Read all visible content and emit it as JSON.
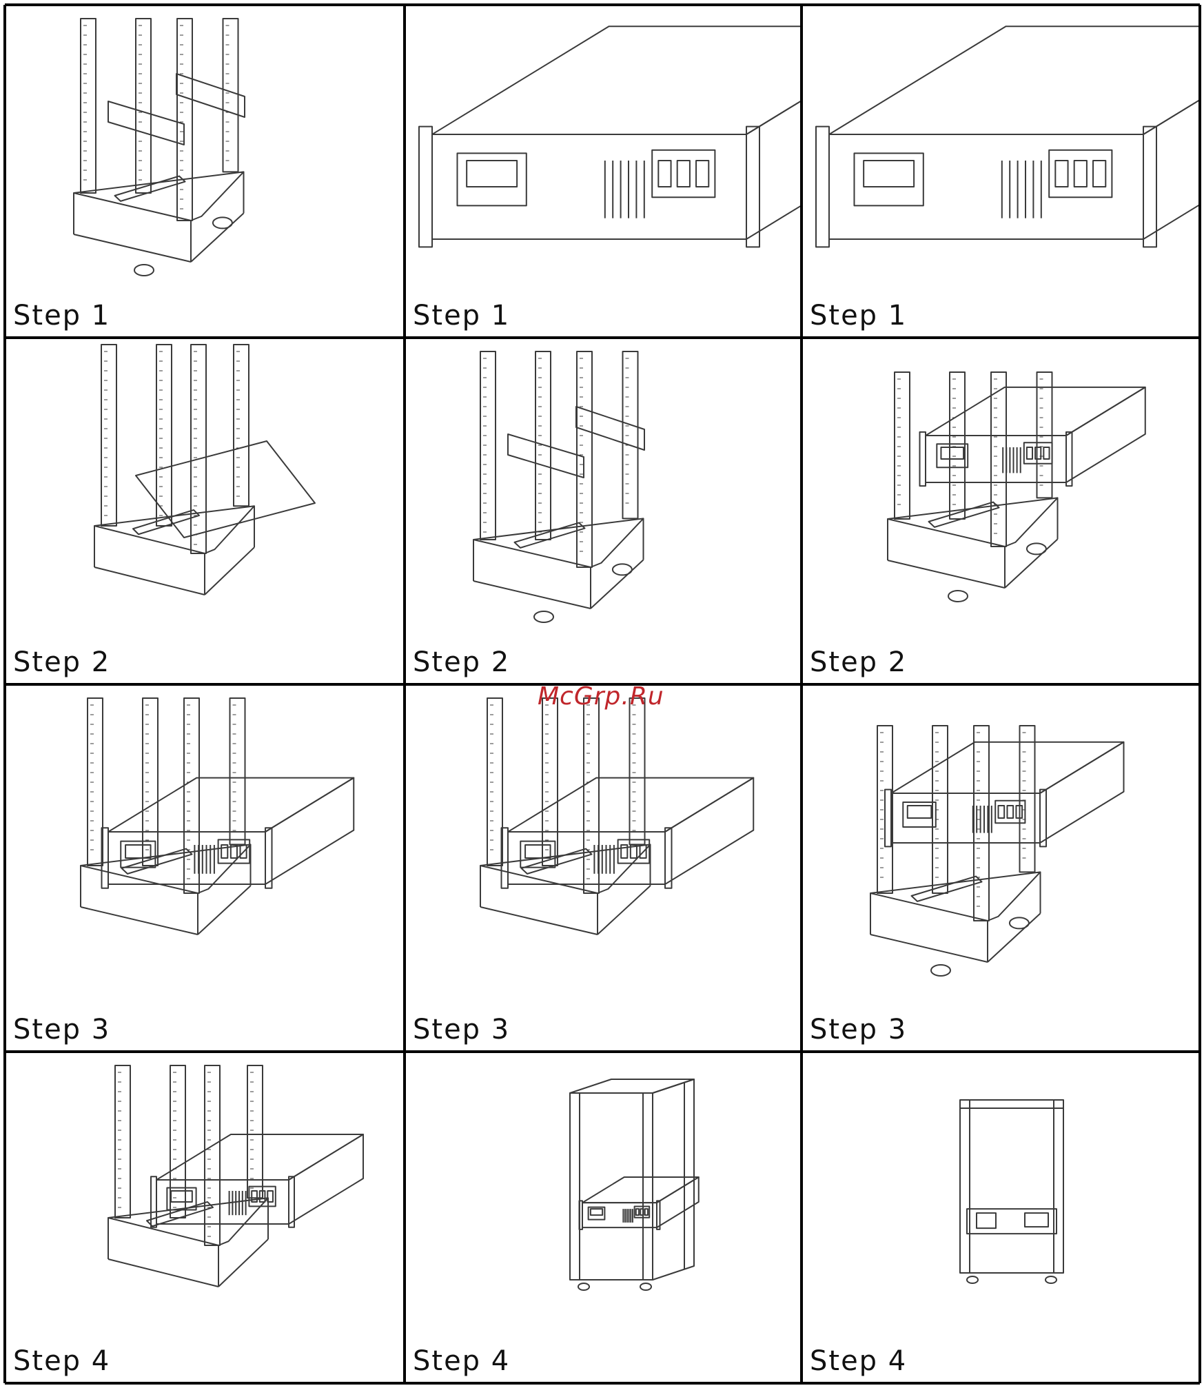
{
  "watermark": "McGrp.Ru",
  "colors": {
    "grid": "#000000",
    "line": "#3a3a3a",
    "watermark": "#c0262b"
  },
  "rows": [
    {
      "cells": [
        {
          "label": "Step 1",
          "illustration": "rack-with-side-rails"
        },
        {
          "label": "Step 1",
          "illustration": "ups-unit-rack-ears"
        },
        {
          "label": "Step 1",
          "illustration": "ups-unit-rack-ears"
        }
      ]
    },
    {
      "cells": [
        {
          "label": "Step 2",
          "illustration": "rack-with-shelf"
        },
        {
          "label": "Step 2",
          "illustration": "rack-with-side-rails"
        },
        {
          "label": "Step 2",
          "illustration": "rack-with-ups-mounted"
        }
      ]
    },
    {
      "cells": [
        {
          "label": "Step 3",
          "illustration": "rack-ups-sliding-in"
        },
        {
          "label": "Step 3",
          "illustration": "rack-ups-sliding-in"
        },
        {
          "label": "Step 3",
          "illustration": "rack-ups-rear-view"
        }
      ]
    },
    {
      "cells": [
        {
          "label": "Step 4",
          "illustration": "rack-ups-installed"
        },
        {
          "label": "Step 4",
          "illustration": "tall-cabinet-with-ups"
        },
        {
          "label": "Step 4",
          "illustration": "cabinet-front-with-ups"
        }
      ]
    }
  ]
}
